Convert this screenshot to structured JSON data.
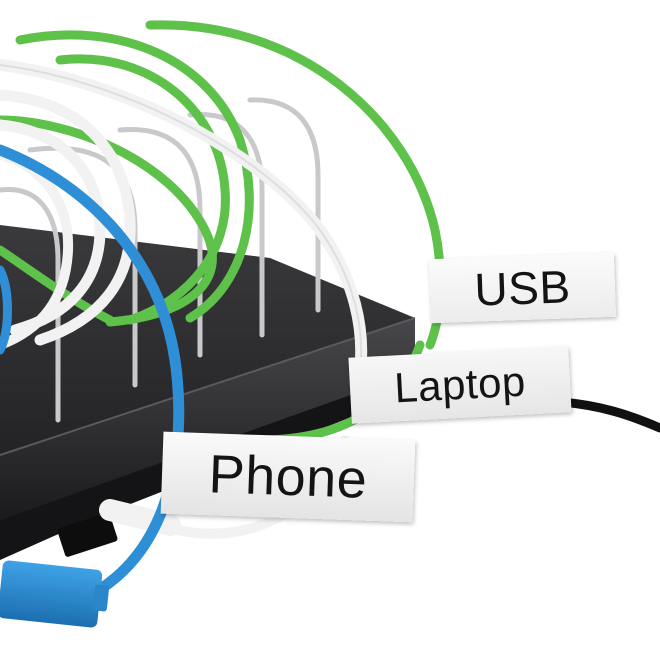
{
  "labels": {
    "usb": "USB",
    "laptop": "Laptop",
    "phone": "Phone"
  },
  "colors": {
    "background": "#ffffff",
    "hub": "#2a2a2c",
    "green_cable": "#5ec14a",
    "blue_cable": "#2f8fd6",
    "white_cable": "#f2f2f2",
    "black_cable": "#111111",
    "label_tape": "#f3f3f3",
    "label_text": "#141414"
  }
}
